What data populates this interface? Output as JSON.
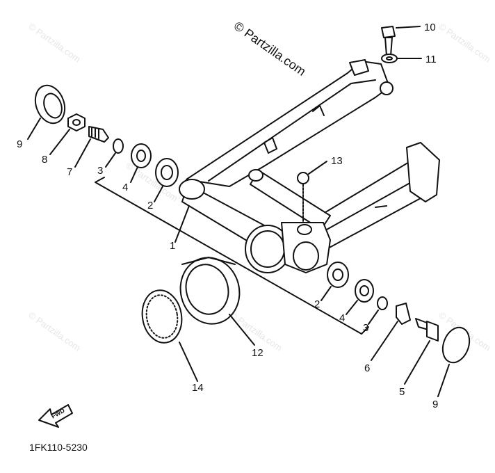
{
  "copyright": "© Partzilla.com",
  "watermarks": [
    "© Partzilla.com",
    "© Partzilla.com",
    "© Partzilla.com",
    "© Partzilla.com",
    "© Partzilla.com",
    "© Partzilla.com"
  ],
  "diagram_code": "1FK110-5230",
  "direction_badge": "FWD",
  "callouts": [
    {
      "id": "c10",
      "label": "10"
    },
    {
      "id": "c11",
      "label": "11"
    },
    {
      "id": "c9a",
      "label": "9"
    },
    {
      "id": "c8",
      "label": "8"
    },
    {
      "id": "c7",
      "label": "7"
    },
    {
      "id": "c3a",
      "label": "3"
    },
    {
      "id": "c4a",
      "label": "4"
    },
    {
      "id": "c2a",
      "label": "2"
    },
    {
      "id": "c1",
      "label": "1"
    },
    {
      "id": "c13",
      "label": "13"
    },
    {
      "id": "c2b",
      "label": "2"
    },
    {
      "id": "c4b",
      "label": "4"
    },
    {
      "id": "c3b",
      "label": "3"
    },
    {
      "id": "c12",
      "label": "12"
    },
    {
      "id": "c14",
      "label": "14"
    },
    {
      "id": "c6",
      "label": "6"
    },
    {
      "id": "c5",
      "label": "5"
    },
    {
      "id": "c9b",
      "label": "9"
    }
  ]
}
